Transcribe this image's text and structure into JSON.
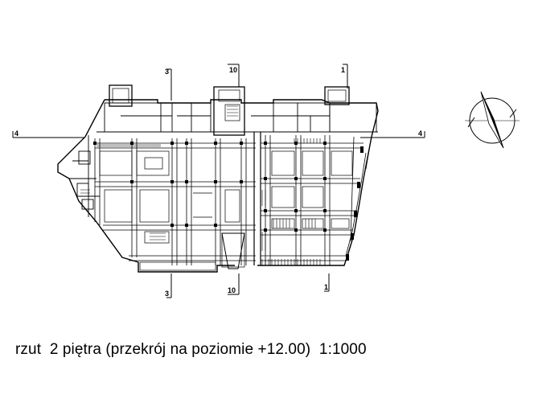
{
  "section_markers": {
    "top": [
      "3",
      "10",
      "1"
    ],
    "bottom": [
      "3",
      "10",
      "1"
    ],
    "left": "4",
    "right": "4"
  },
  "caption": "rzut  2 piętra (przekrój na poziomie +12.00)  1:1000",
  "north_arrow": "north-arrow-icon"
}
